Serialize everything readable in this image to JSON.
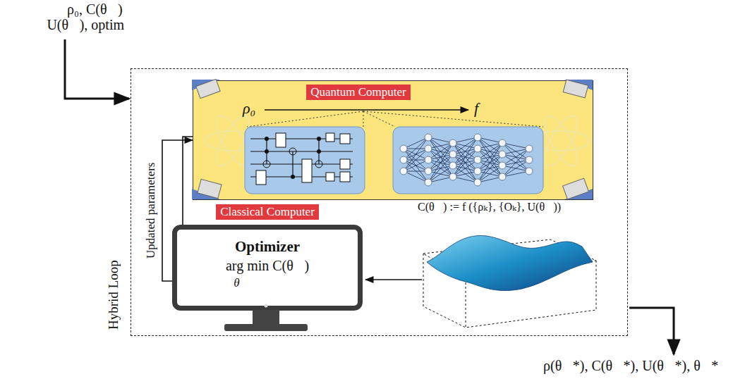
{
  "diagram": {
    "nodes": [
      {
        "text": [
          "Hybrid Loop"
        ]
      },
      {
        "text": [
          "Quantum Computer",
          "ρ₀",
          "f"
        ],
        "in": 0
      },
      {
        "text": [
          "Classical Computer",
          "Optimizer",
          "arg min C(θ⃗)",
          "θ⃗"
        ],
        "in": 0
      }
    ],
    "edges": [
      {
        "from": 1,
        "to": 2,
        "arrow": "to"
      },
      {
        "from": 2,
        "to": 1,
        "label": "Updated parameters",
        "arrow": "to"
      }
    ],
    "labels": [
      "ρ₀, C(θ⃗)",
      "U(θ⃗), optim",
      "C(θ⃗) := f ({ρₖ}, {Oₖ}, U(θ⃗))",
      "ρ(θ⃗*), C(θ⃗*), U(θ⃗*), θ⃗*"
    ]
  }
}
